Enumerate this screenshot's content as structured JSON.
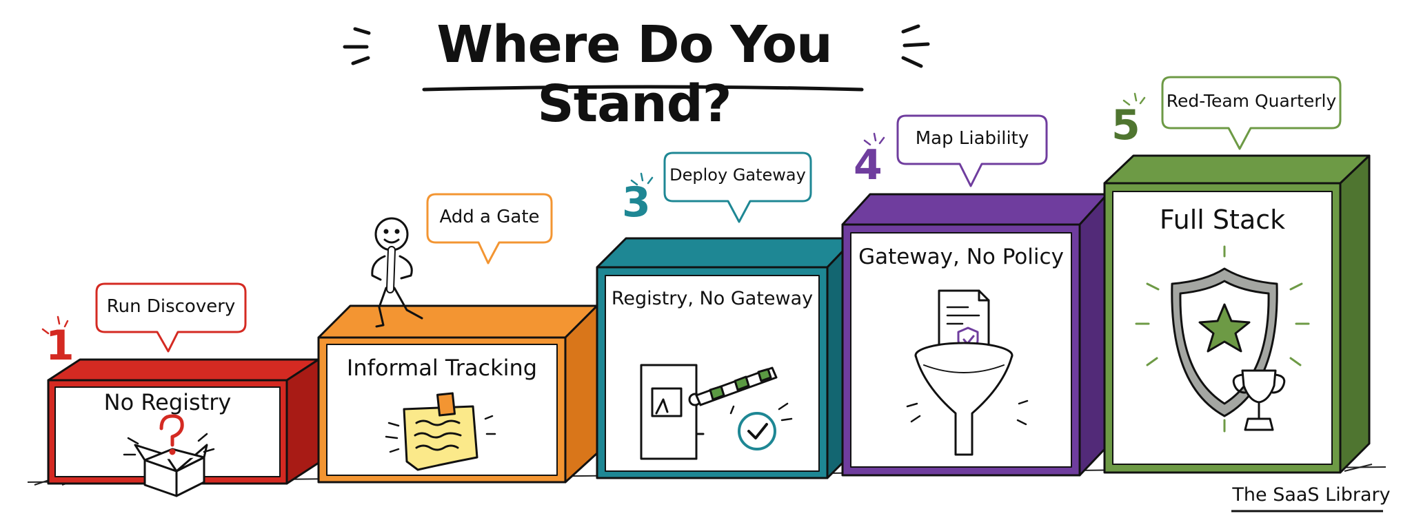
{
  "title": "Where Do You Stand?",
  "footer": "The SaaS Library",
  "steps": [
    {
      "number": "1",
      "name": "No Registry",
      "action": "Run Discovery",
      "color": "#d42a22",
      "icon": "question-box-icon"
    },
    {
      "number": "",
      "name": "Informal Tracking",
      "action": "Add a Gate",
      "color": "#f39532",
      "icon": "sticky-note-icon"
    },
    {
      "number": "3",
      "name": "Registry, No Gateway",
      "action": "Deploy Gateway",
      "color": "#1e8794",
      "icon": "gate-barrier-icon"
    },
    {
      "number": "4",
      "name": "Gateway, No Policy",
      "action": "Map Liability",
      "color": "#6f3d9e",
      "icon": "policy-funnel-icon"
    },
    {
      "number": "5",
      "name": "Full Stack",
      "action": "Red-Team Quarterly",
      "color": "#6d9a45",
      "icon": "shield-trophy-icon"
    }
  ],
  "figure": "stick-figure-icon"
}
